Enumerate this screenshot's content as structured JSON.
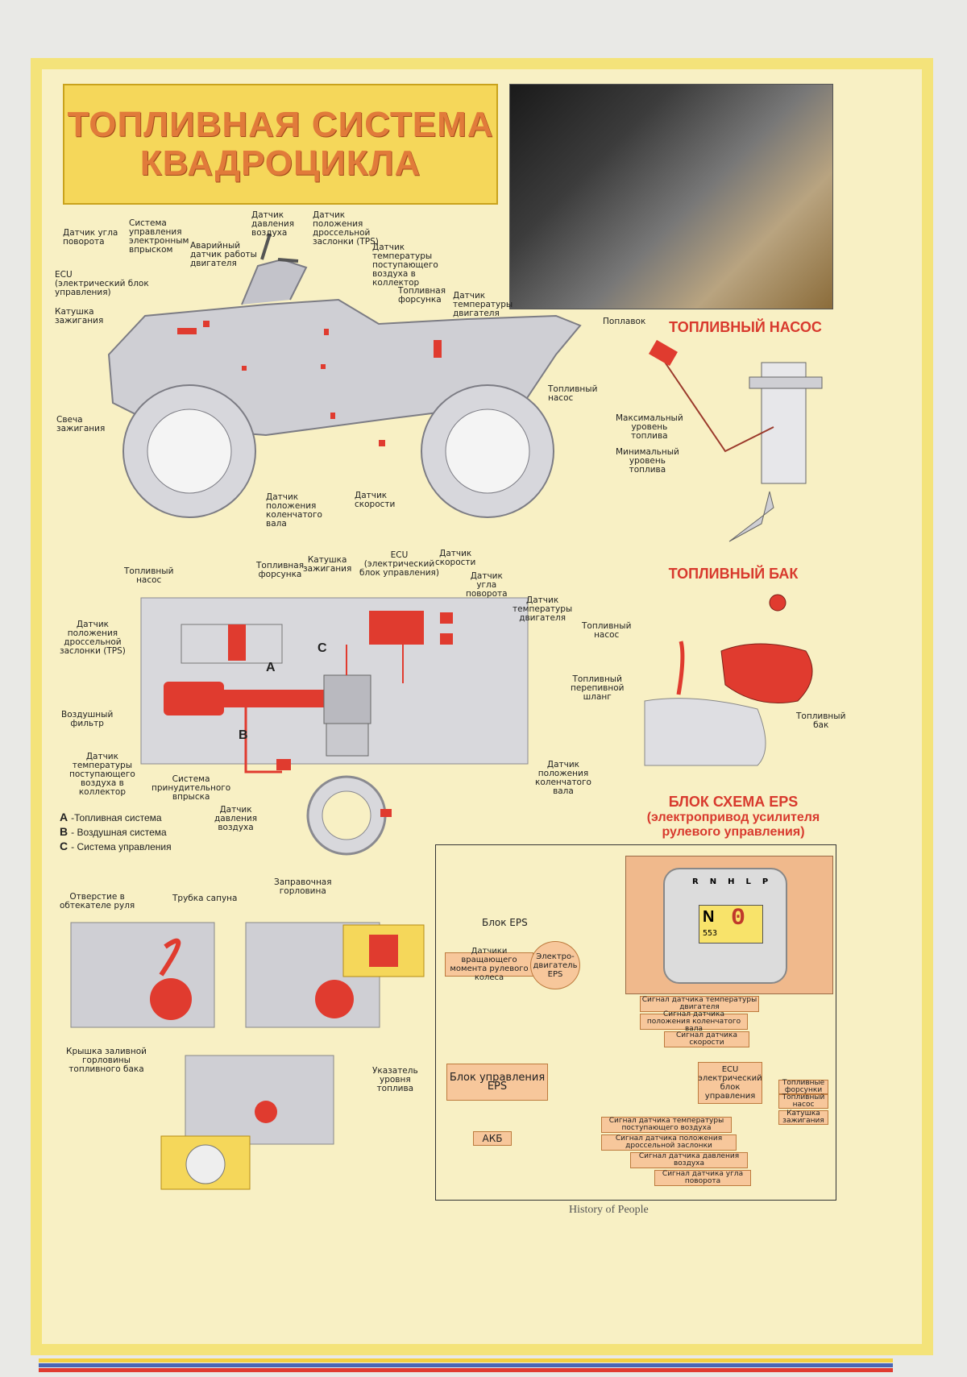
{
  "title": {
    "line1": "ТОПЛИВНАЯ СИСТЕМА",
    "line2": "КВАДРОЦИКЛА"
  },
  "headings": {
    "pump": "ТОПЛИВНЫЙ НАСОС",
    "tank": "ТОПЛИВНЫЙ БАК",
    "eps1": "БЛОК СХЕМА EPS",
    "eps2": "(электропривод усилителя",
    "eps3": "рулевого управления)"
  },
  "atv_labels": [
    "Датчик угла\nповорота",
    "Система\nуправления\nэлектронным\nвпрыском",
    "Аварийный\nдатчик работы\nдвигателя",
    "Датчик\nдавления\nвоздуха",
    "Датчик\nположения\nдроссельной\nзаслонки (TPS)",
    "Датчик\nтемпературы\nпоступающего\nвоздуха в\nколлектор",
    "ECU\n(электрический блок\nуправления)",
    "Катушка\nзажигания",
    "Топливная\nфорсунка",
    "Датчик\nтемпературы\nдвигателя",
    "Топливный\nнасос",
    "Свеча\nзажигания",
    "Датчик\nположения\nколенчатого\nвала",
    "Датчик\nскорости"
  ],
  "pump_labels": [
    "Поплавок",
    "Максимальный\nуровень\nтоплива",
    "Минимальный\nуровень\nтоплива"
  ],
  "tank_labels": [
    "Топливный\nнасос",
    "Топливный\nперепивной\nшланг",
    "Топливный\nбак"
  ],
  "schematic_labels": [
    "Топливный\nнасос",
    "Топливная\nфорсунка",
    "Катушка\nзажигания",
    "ECU\n(электрический\nблок управления)",
    "Датчик\nскорости",
    "Датчик\nугла\nповорота",
    "Датчик\nтемпературы\nдвигателя",
    "Датчик\nположения\nдроссельной\nзаслонки (TPS)",
    "Воздушный\nфильтр",
    "Датчик\nтемпературы\nпоступающего\nвоздуха в\nколлектор",
    "Система\nпринудительного\nвпрыска",
    "Датчик\nдавления\nвоздуха",
    "Датчик\nположения\nколенчатого\nвала"
  ],
  "schematic_letters": [
    "A",
    "B",
    "C"
  ],
  "legend": [
    {
      "letter": "A",
      "text": "-Топливная система"
    },
    {
      "letter": "B",
      "text": "- Воздушная система"
    },
    {
      "letter": "C",
      "text": "- Система управления"
    }
  ],
  "bottom_labels": [
    "Отверстие в\nобтекателе руля",
    "Трубка сапуна",
    "Заправочная\nгорловина",
    "Крышка заливной\nгорловины\nтопливного бака",
    "Указатель\nуровня\nтоплива"
  ],
  "eps": {
    "block_title": "Блок EPS",
    "torque_sensor": "Датчики вращающего\nмомента рулевого\nколеса",
    "motor": "Электро-\nдвигатель\nEPS",
    "control_unit": "Блок управления\nEPS",
    "battery": "АКБ",
    "ecu": "ECU\nэлектрический\nблок управления",
    "signals_top": [
      "Сигнал датчика температуры\nдвигателя",
      "Сигнал датчика положения\nколенчатого вала",
      "Сигнал датчика\nскорости"
    ],
    "outputs": [
      "Топливные\nфорсунки",
      "Топливный\nнасос",
      "Катушка\nзажигания"
    ],
    "signals_bottom": [
      "Сигнал датчика температуры\nпоступающего воздуха",
      "Сигнал датчика положения\nдроссельной заслонки",
      "Сигнал датчика давления воздуха",
      "Сигнал датчика угла поворота"
    ],
    "dash": {
      "gear": "N",
      "speed": "0",
      "odo": "553",
      "buttons": [
        "R",
        "N",
        "H",
        "L",
        "P"
      ]
    }
  },
  "footer": {
    "brand": "History of People"
  }
}
